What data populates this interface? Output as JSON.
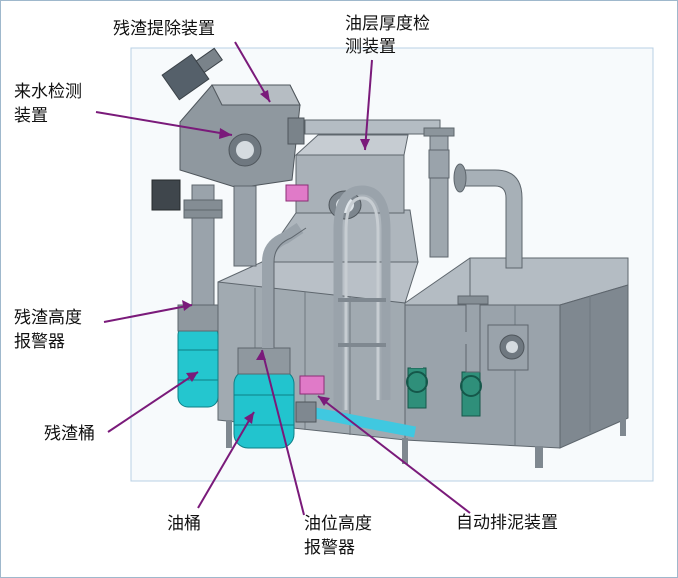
{
  "labels": {
    "slag_removal": "残渣提除装置",
    "oil_thickness_line1": "油层厚度检",
    "oil_thickness_line2": "测装置",
    "inflow_line1": "来水检测",
    "inflow_line2": "装置",
    "slag_alarm_line1": "残渣高度",
    "slag_alarm_line2": "报警器",
    "slag_bucket": "残渣桶",
    "oil_bucket": "油桶",
    "oil_alarm_line1": "油位高度",
    "oil_alarm_line2": "报警器",
    "auto_drain": "自动排泥装置"
  },
  "colors": {
    "leader_line": "#7a1a7a",
    "steel": "#9aa3ab",
    "steel_dark": "#6f7880",
    "steel_light": "#c3cad0",
    "bucket": "#20c8d0",
    "valve_green": "#2f8f7a",
    "valve_pink": "#e07ac8",
    "pipe_cyan": "#40c8e0",
    "frame_border": "#b8d0e4"
  }
}
